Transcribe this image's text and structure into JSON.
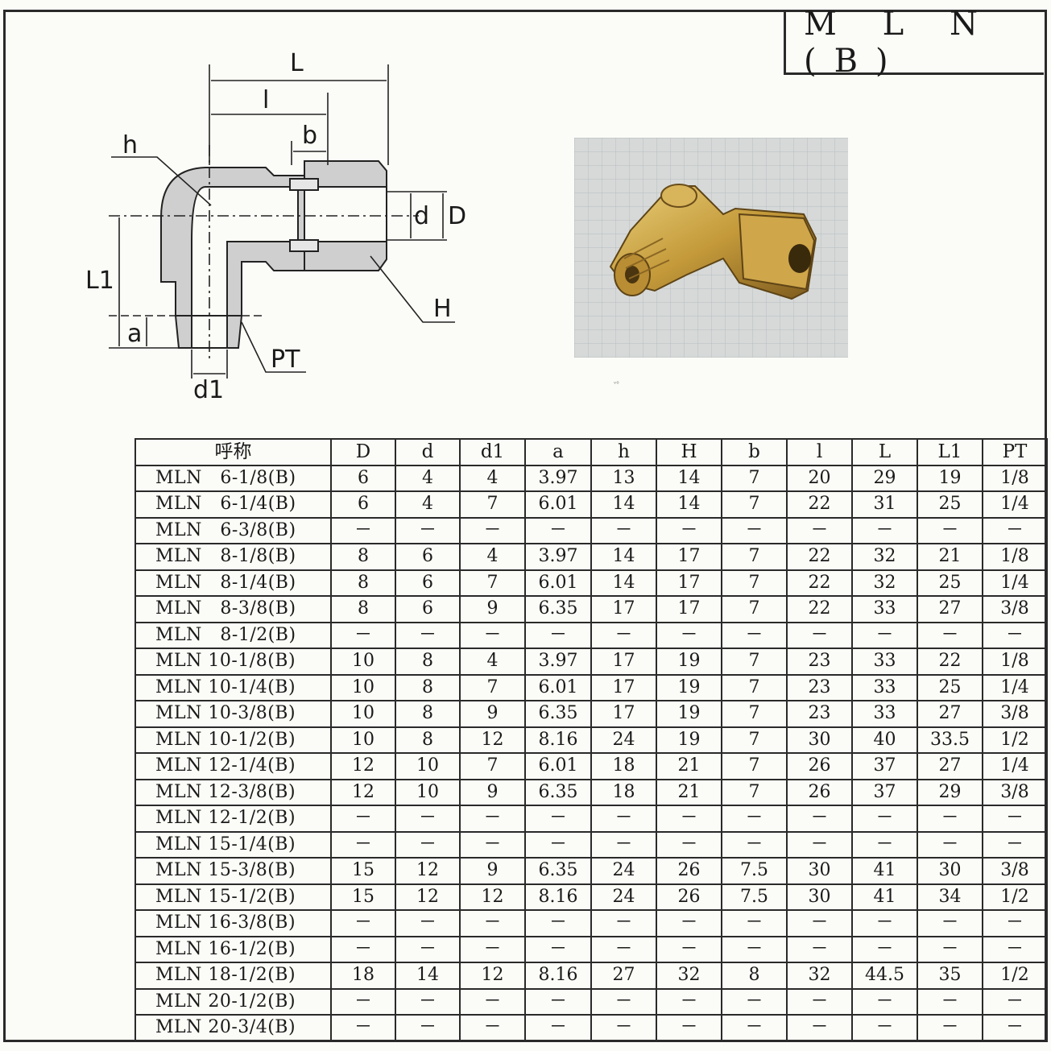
{
  "title": "M L N (B)",
  "drawing": {
    "labels": {
      "L": "L",
      "l": "l",
      "b": "b",
      "h": "h",
      "d": "d",
      "D": "D",
      "L1": "L1",
      "H": "H",
      "a": "a",
      "PT": "PT",
      "d1": "d1"
    }
  },
  "photo": {
    "icon": "brass-elbow-fitting-photo"
  },
  "footnote_mark": "ᵛ⁰",
  "table": {
    "headers": [
      "呼称",
      "D",
      "d",
      "d1",
      "a",
      "h",
      "H",
      "b",
      "l",
      "L",
      "L1",
      "PT"
    ],
    "rows": [
      [
        "MLN　6-1/8(B)",
        "6",
        "4",
        "4",
        "3.97",
        "13",
        "14",
        "7",
        "20",
        "29",
        "19",
        "1/8"
      ],
      [
        "MLN　6-1/4(B)",
        "6",
        "4",
        "7",
        "6.01",
        "14",
        "14",
        "7",
        "22",
        "31",
        "25",
        "1/4"
      ],
      [
        "MLN　6-3/8(B)",
        "－",
        "－",
        "－",
        "－",
        "－",
        "－",
        "－",
        "－",
        "－",
        "－",
        "－"
      ],
      [
        "MLN　8-1/8(B)",
        "8",
        "6",
        "4",
        "3.97",
        "14",
        "17",
        "7",
        "22",
        "32",
        "21",
        "1/8"
      ],
      [
        "MLN　8-1/4(B)",
        "8",
        "6",
        "7",
        "6.01",
        "14",
        "17",
        "7",
        "22",
        "32",
        "25",
        "1/4"
      ],
      [
        "MLN　8-3/8(B)",
        "8",
        "6",
        "9",
        "6.35",
        "17",
        "17",
        "7",
        "22",
        "33",
        "27",
        "3/8"
      ],
      [
        "MLN　8-1/2(B)",
        "－",
        "－",
        "－",
        "－",
        "－",
        "－",
        "－",
        "－",
        "－",
        "－",
        "－"
      ],
      [
        "MLN 10-1/8(B)",
        "10",
        "8",
        "4",
        "3.97",
        "17",
        "19",
        "7",
        "23",
        "33",
        "22",
        "1/8"
      ],
      [
        "MLN 10-1/4(B)",
        "10",
        "8",
        "7",
        "6.01",
        "17",
        "19",
        "7",
        "23",
        "33",
        "25",
        "1/4"
      ],
      [
        "MLN 10-3/8(B)",
        "10",
        "8",
        "9",
        "6.35",
        "17",
        "19",
        "7",
        "23",
        "33",
        "27",
        "3/8"
      ],
      [
        "MLN 10-1/2(B)",
        "10",
        "8",
        "12",
        "8.16",
        "24",
        "19",
        "7",
        "30",
        "40",
        "33.5",
        "1/2"
      ],
      [
        "MLN 12-1/4(B)",
        "12",
        "10",
        "7",
        "6.01",
        "18",
        "21",
        "7",
        "26",
        "37",
        "27",
        "1/4"
      ],
      [
        "MLN 12-3/8(B)",
        "12",
        "10",
        "9",
        "6.35",
        "18",
        "21",
        "7",
        "26",
        "37",
        "29",
        "3/8"
      ],
      [
        "MLN 12-1/2(B)",
        "－",
        "－",
        "－",
        "－",
        "－",
        "－",
        "－",
        "－",
        "－",
        "－",
        "－"
      ],
      [
        "MLN 15-1/4(B)",
        "－",
        "－",
        "－",
        "－",
        "－",
        "－",
        "－",
        "－",
        "－",
        "－",
        "－"
      ],
      [
        "MLN 15-3/8(B)",
        "15",
        "12",
        "9",
        "6.35",
        "24",
        "26",
        "7.5",
        "30",
        "41",
        "30",
        "3/8"
      ],
      [
        "MLN 15-1/2(B)",
        "15",
        "12",
        "12",
        "8.16",
        "24",
        "26",
        "7.5",
        "30",
        "41",
        "34",
        "1/2"
      ],
      [
        "MLN 16-3/8(B)",
        "－",
        "－",
        "－",
        "－",
        "－",
        "－",
        "－",
        "－",
        "－",
        "－",
        "－"
      ],
      [
        "MLN 16-1/2(B)",
        "－",
        "－",
        "－",
        "－",
        "－",
        "－",
        "－",
        "－",
        "－",
        "－",
        "－"
      ],
      [
        "MLN 18-1/2(B)",
        "18",
        "14",
        "12",
        "8.16",
        "27",
        "32",
        "8",
        "32",
        "44.5",
        "35",
        "1/2"
      ],
      [
        "MLN 20-1/2(B)",
        "－",
        "－",
        "－",
        "－",
        "－",
        "－",
        "－",
        "－",
        "－",
        "－",
        "－"
      ],
      [
        "MLN 20-3/4(B)",
        "－",
        "－",
        "－",
        "－",
        "－",
        "－",
        "－",
        "－",
        "－",
        "－",
        "－"
      ]
    ]
  }
}
